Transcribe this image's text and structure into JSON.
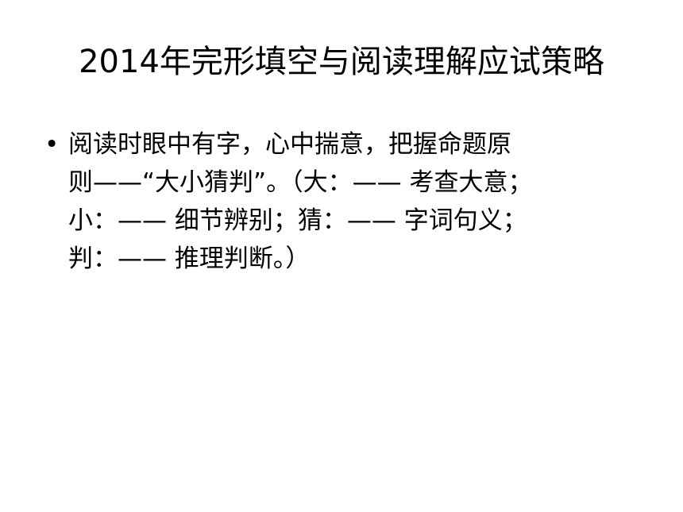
{
  "slide": {
    "title": "2014年完形填空与阅读理解应试策略",
    "bullets": [
      {
        "bullet_symbol": "•",
        "lines": [
          "阅读时眼中有字，心中揣意，把握命题原",
          "则——“大小猜判”。（大：—— 考查大意；",
          "小：—— 细节辨别；猜：—— 字词句义；",
          "判：—— 推理判断。）"
        ]
      }
    ]
  }
}
